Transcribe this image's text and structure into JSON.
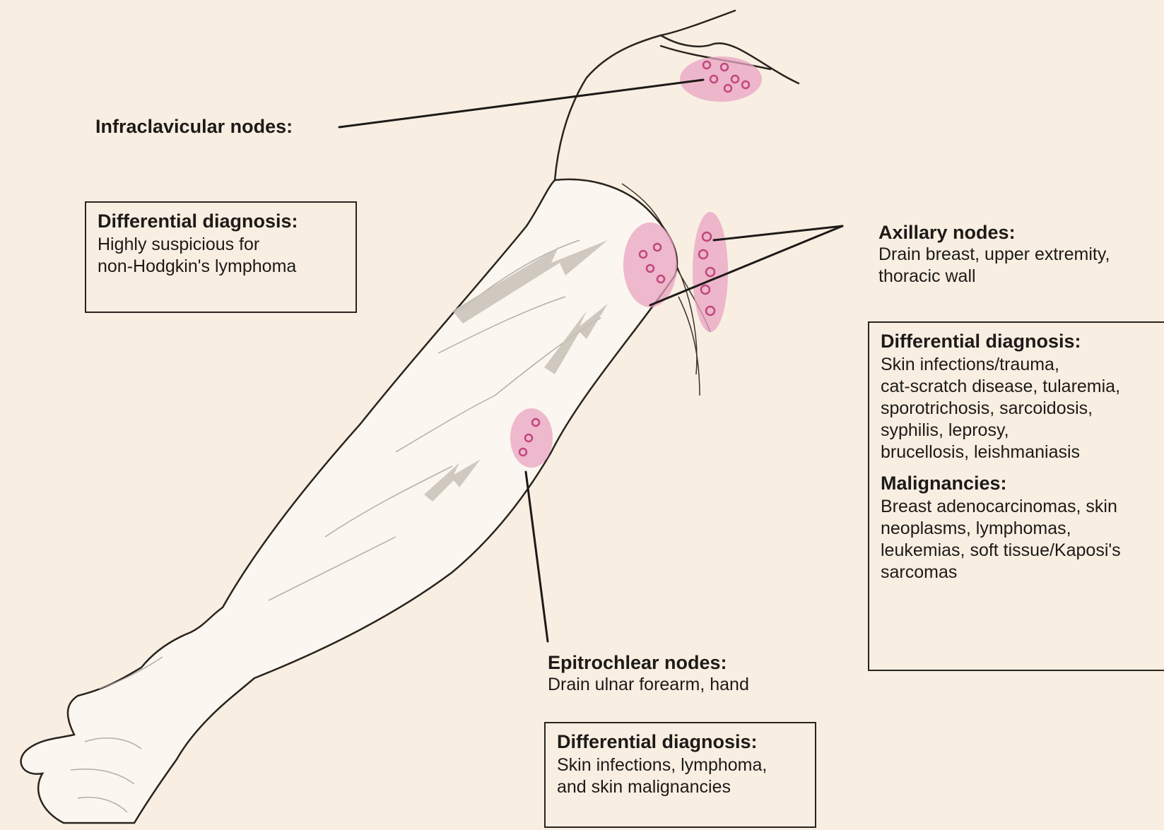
{
  "infraclavicular": {
    "label": "Infraclavicular nodes:",
    "box_heading": "Differential diagnosis:",
    "box_lines": [
      "Highly suspicious for",
      "non-Hodgkin's lymphoma"
    ]
  },
  "axillary": {
    "label": "Axillary nodes:",
    "lines": [
      "Drain breast, upper extremity,",
      "thoracic wall"
    ],
    "box_heading": "Differential diagnosis:",
    "box_lines": [
      "Skin infections/trauma,",
      "cat-scratch disease, tularemia,",
      "sporotrichosis, sarcoidosis,",
      "syphilis, leprosy,",
      "brucellosis, leishmaniasis"
    ],
    "malignancies_heading": "Malignancies:",
    "malignancies_lines": [
      "Breast adenocarcinomas, skin",
      "neoplasms, lymphomas,",
      "leukemias, soft tissue/Kaposi's",
      "sarcomas"
    ]
  },
  "epitrochlear": {
    "label": "Epitrochlear nodes:",
    "lines": [
      "Drain ulnar forearm, hand"
    ],
    "box_heading": "Differential diagnosis:",
    "box_lines": [
      "Skin infections, lymphoma,",
      "and skin malignancies"
    ]
  },
  "colors": {
    "background": "#f8efe2",
    "node_fill": "#e9a3c1",
    "node_outline": "#c2467e",
    "line": "#1e1a18"
  }
}
